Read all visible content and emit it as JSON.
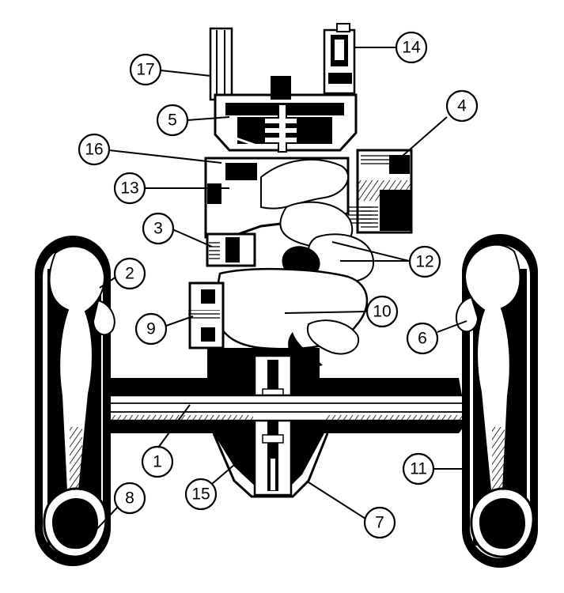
{
  "callouts": [
    {
      "id": "1",
      "label": "1"
    },
    {
      "id": "2",
      "label": "2"
    },
    {
      "id": "3",
      "label": "3"
    },
    {
      "id": "4",
      "label": "4"
    },
    {
      "id": "5",
      "label": "5"
    },
    {
      "id": "6",
      "label": "6"
    },
    {
      "id": "7",
      "label": "7"
    },
    {
      "id": "8",
      "label": "8"
    },
    {
      "id": "9",
      "label": "9"
    },
    {
      "id": "10",
      "label": "10"
    },
    {
      "id": "11",
      "label": "11"
    },
    {
      "id": "12",
      "label": "12"
    },
    {
      "id": "13",
      "label": "13"
    },
    {
      "id": "14",
      "label": "14"
    },
    {
      "id": "15",
      "label": "15"
    },
    {
      "id": "16",
      "label": "16"
    },
    {
      "id": "17",
      "label": "17"
    }
  ],
  "colors": {
    "ink": "#000000",
    "paper": "#ffffff",
    "bone": "#ffffff"
  }
}
